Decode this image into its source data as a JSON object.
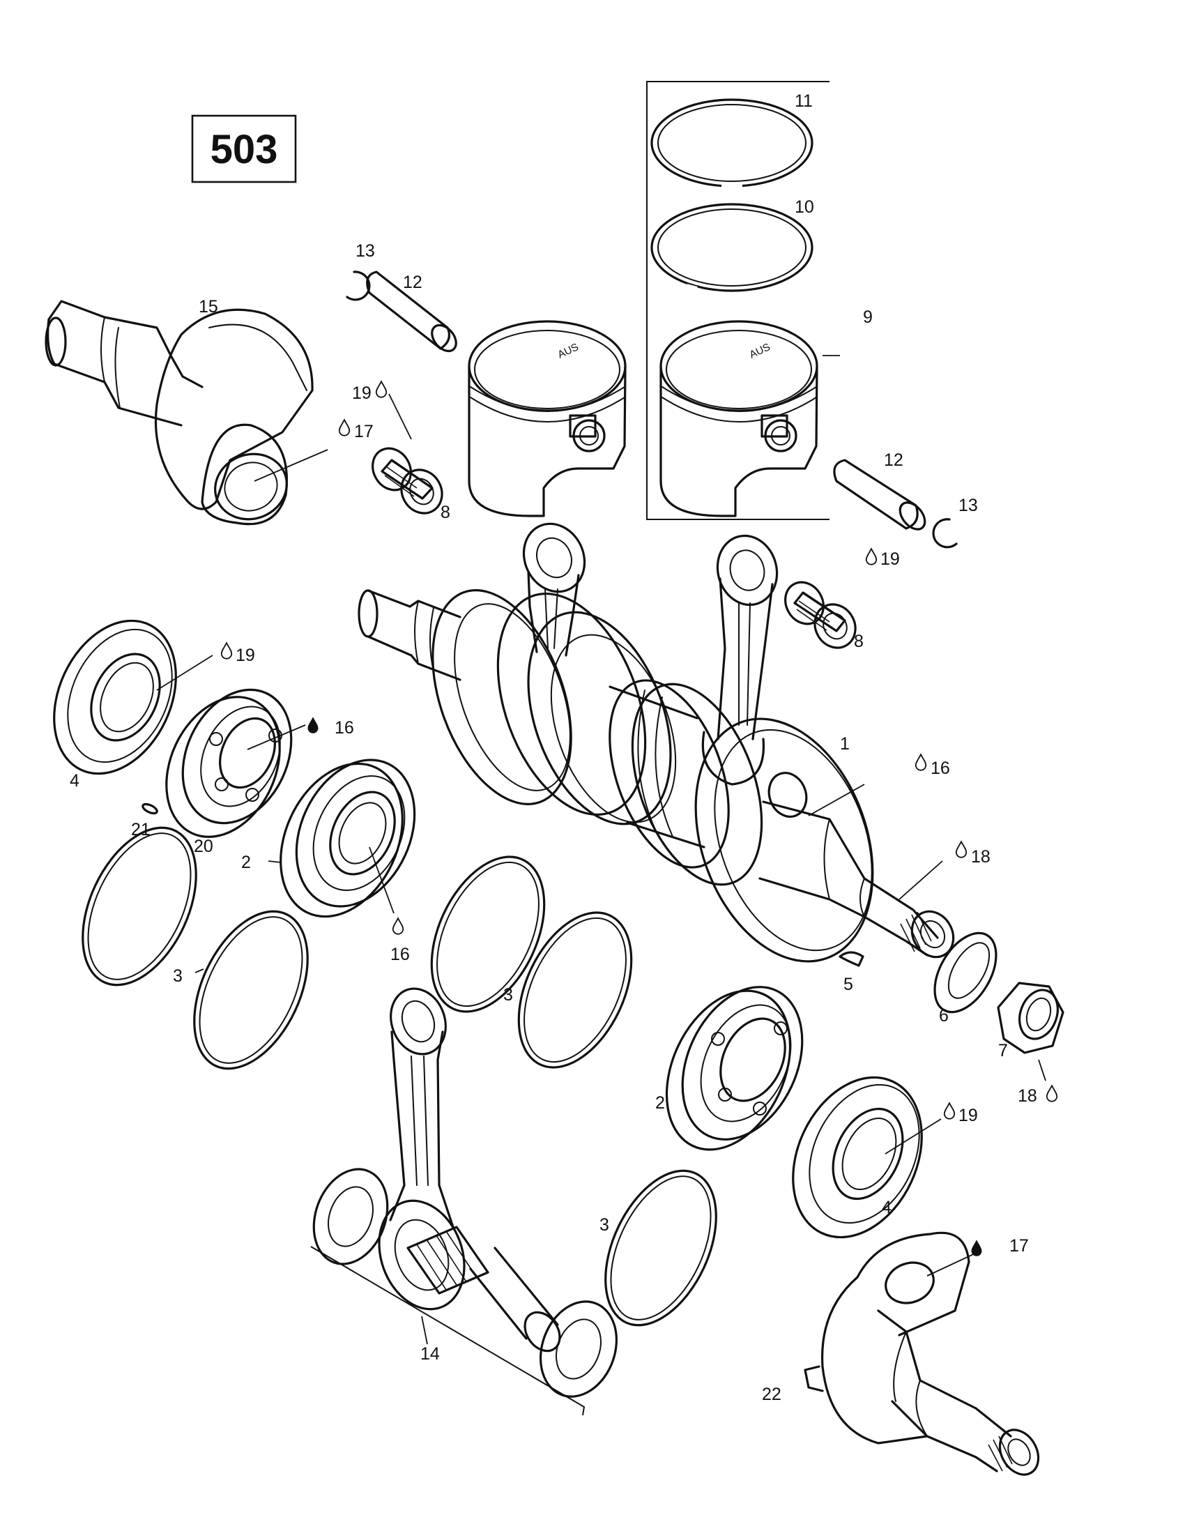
{
  "diagram_number": "503",
  "piston_stamp": "AUS",
  "callouts": {
    "c1": "1",
    "c2a": "2",
    "c2b": "2",
    "c3a": "3",
    "c3b": "3",
    "c3c": "3",
    "c4a": "4",
    "c4b": "4",
    "c5": "5",
    "c6": "6",
    "c7": "7",
    "c8a": "8",
    "c8b": "8",
    "c9": "9",
    "c10": "10",
    "c11": "11",
    "c12a": "12",
    "c12b": "12",
    "c13a": "13",
    "c13b": "13",
    "c14": "14",
    "c15": "15",
    "c16a": "16",
    "c16b": "16",
    "c16c": "16",
    "c17a": "17",
    "c17b": "17",
    "c18a": "18",
    "c18b": "18",
    "c19a": "19",
    "c19b": "19",
    "c19c": "19",
    "c19d": "19",
    "c20": "20",
    "c21": "21",
    "c22": "22"
  }
}
